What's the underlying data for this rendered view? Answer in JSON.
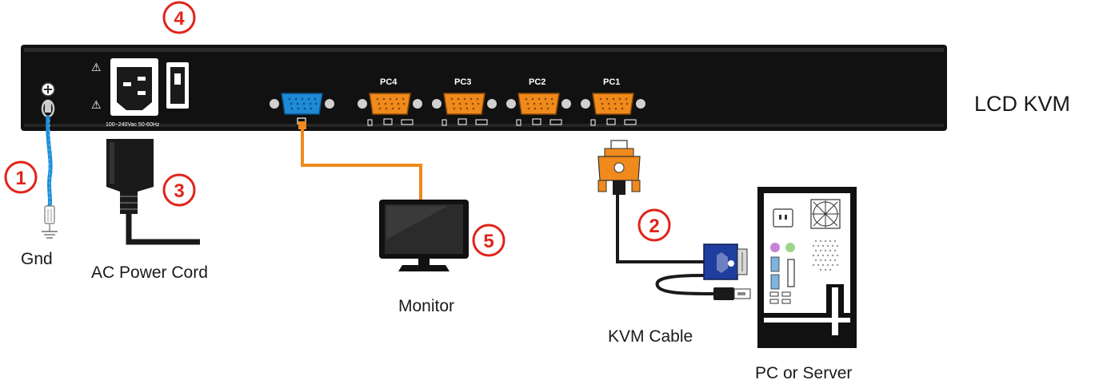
{
  "title": "LCD KVM",
  "labels": {
    "gnd": "Gnd",
    "power_cord": "AC Power Cord",
    "monitor": "Monitor",
    "kvm_cable": "KVM Cable",
    "pc_server": "PC or Server",
    "voltage": "100~240Vac 50-60Hz"
  },
  "ports": [
    "PC4",
    "PC3",
    "PC2",
    "PC1"
  ],
  "callouts": [
    "1",
    "2",
    "3",
    "4",
    "5"
  ],
  "warning_symbol": "⚠",
  "colors": {
    "panel": "#111111",
    "vga_port": "#f08a1c",
    "monitor_port": "#1f8ad6",
    "ground_wire": "#1e8fd8",
    "monitor_cable": "#f08a1c",
    "callout": "#e0241b",
    "kvm_connector_blue": "#1f3e9e"
  },
  "icons": [
    "ground-icon",
    "warning-icon",
    "power-inlet-icon",
    "power-switch-icon",
    "vga-port-icon",
    "mouse-icon",
    "monitor-icon",
    "keyboard-icon",
    "usb-icon",
    "fan-icon"
  ]
}
